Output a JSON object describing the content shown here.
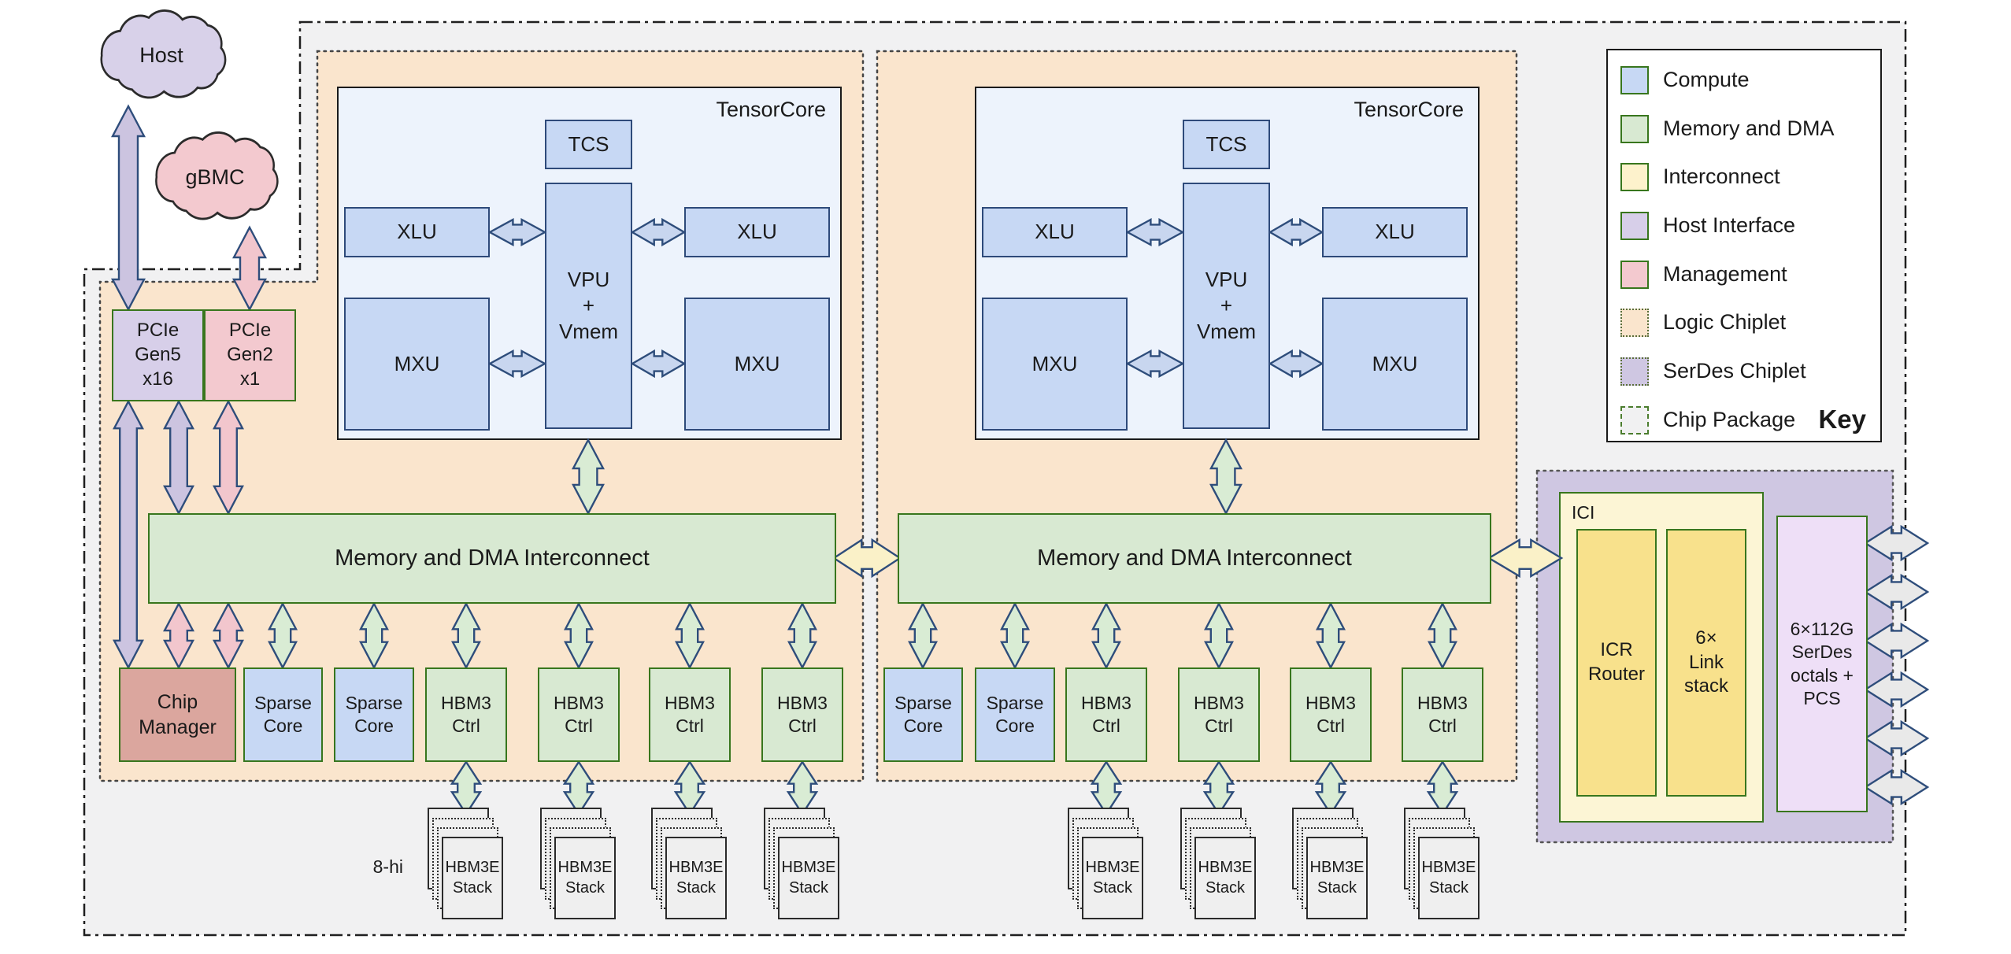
{
  "clouds": {
    "host": "Host",
    "gbmc": "gBMC"
  },
  "labels": {
    "tensorcore": "TensorCore",
    "tcs": "TCS",
    "vpu": "VPU\n+\nVmem",
    "xlu": "XLU",
    "mxu": "MXU",
    "interconnect": "Memory and DMA Interconnect",
    "pcie_gen5": "PCIe\nGen5\nx16",
    "pcie_gen2": "PCIe\nGen2\nx1",
    "chip_manager": "Chip\nManager",
    "sparse_core": "Sparse\nCore",
    "hbm3_ctrl": "HBM3\nCtrl",
    "hbm3e_stack": "HBM3E\nStack",
    "stack_height": "8-hi",
    "ici": "ICI",
    "icr_router": "ICR\nRouter",
    "link_stack": "6×\nLink\nstack",
    "serdes_octals": "6×112G\nSerDes\noctals +\nPCS"
  },
  "key": {
    "title": "Key",
    "items": [
      {
        "label": "Compute",
        "fill": "compute",
        "border": "solid"
      },
      {
        "label": "Memory and DMA",
        "fill": "memory",
        "border": "solid"
      },
      {
        "label": "Interconnect",
        "fill": "interconnect",
        "border": "solid"
      },
      {
        "label": "Host Interface",
        "fill": "host_interface",
        "border": "solid"
      },
      {
        "label": "Management",
        "fill": "management",
        "border": "solid"
      },
      {
        "label": "Logic Chiplet",
        "fill": "logic_chiplet",
        "border": "dotted"
      },
      {
        "label": "SerDes Chiplet",
        "fill": "serdes_chiplet",
        "border": "dotted"
      },
      {
        "label": "Chip Package",
        "fill": "chip_package",
        "border": "dashdot"
      }
    ]
  },
  "palette": {
    "compute": "#c7d8f4",
    "memory": "#d8e9d2",
    "interconnect": "#fdf2cc",
    "host_interface": "#d7cfe9",
    "management": "#f3c9cf",
    "logic_chiplet": "#fae5cd",
    "serdes_chiplet": "#cfc7e2",
    "chip_package": "#f1f1f2",
    "tensorcore_bg": "#edf3fc",
    "chip_manager": "#dba69e",
    "ici_outer": "#fcf5d5",
    "ici_inner": "#f8e18c",
    "serdes_box": "#eedff7",
    "stack": "#efefef",
    "arrow_lavender": "#ccc4e0",
    "arrow_pink": "#f2c6cd",
    "arrow_green": "#d9ecd4",
    "arrow_blue": "#c8d6ef",
    "arrow_yellow": "#faf1c8",
    "arrow_gray": "#e9e9e9",
    "arrow_outline": "#2e4d7b",
    "border_green": "#38761d",
    "border_navy": "#2e4a7a"
  }
}
